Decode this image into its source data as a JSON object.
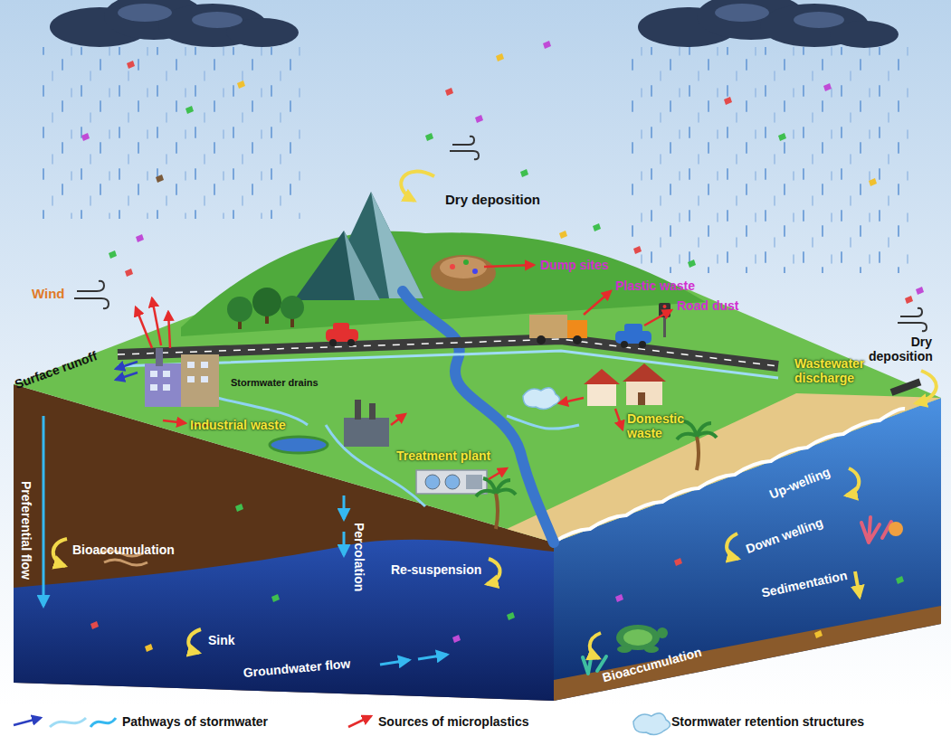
{
  "diagram": {
    "labels": [
      "Dry deposition",
      "Wind",
      "Dump sites",
      "Plastic waste",
      "Road dust",
      "Dry deposition",
      "Surface runoff",
      "Stormwater drains",
      "Industrial waste",
      "Domestic waste",
      "Wastewater discharge",
      "Treatment plant",
      "Preferential flow",
      "Bioaccumulation",
      "Percolation",
      "Re-suspension",
      "Sink",
      "Groundwater flow",
      "Up-welling",
      "Down welling",
      "Sedimentation",
      "Bioaccumulation"
    ],
    "legend": [
      {
        "text": "Pathways of stormwater"
      },
      {
        "text": "Sources of microplastics"
      },
      {
        "text": "Stormwater retention structures"
      }
    ]
  }
}
